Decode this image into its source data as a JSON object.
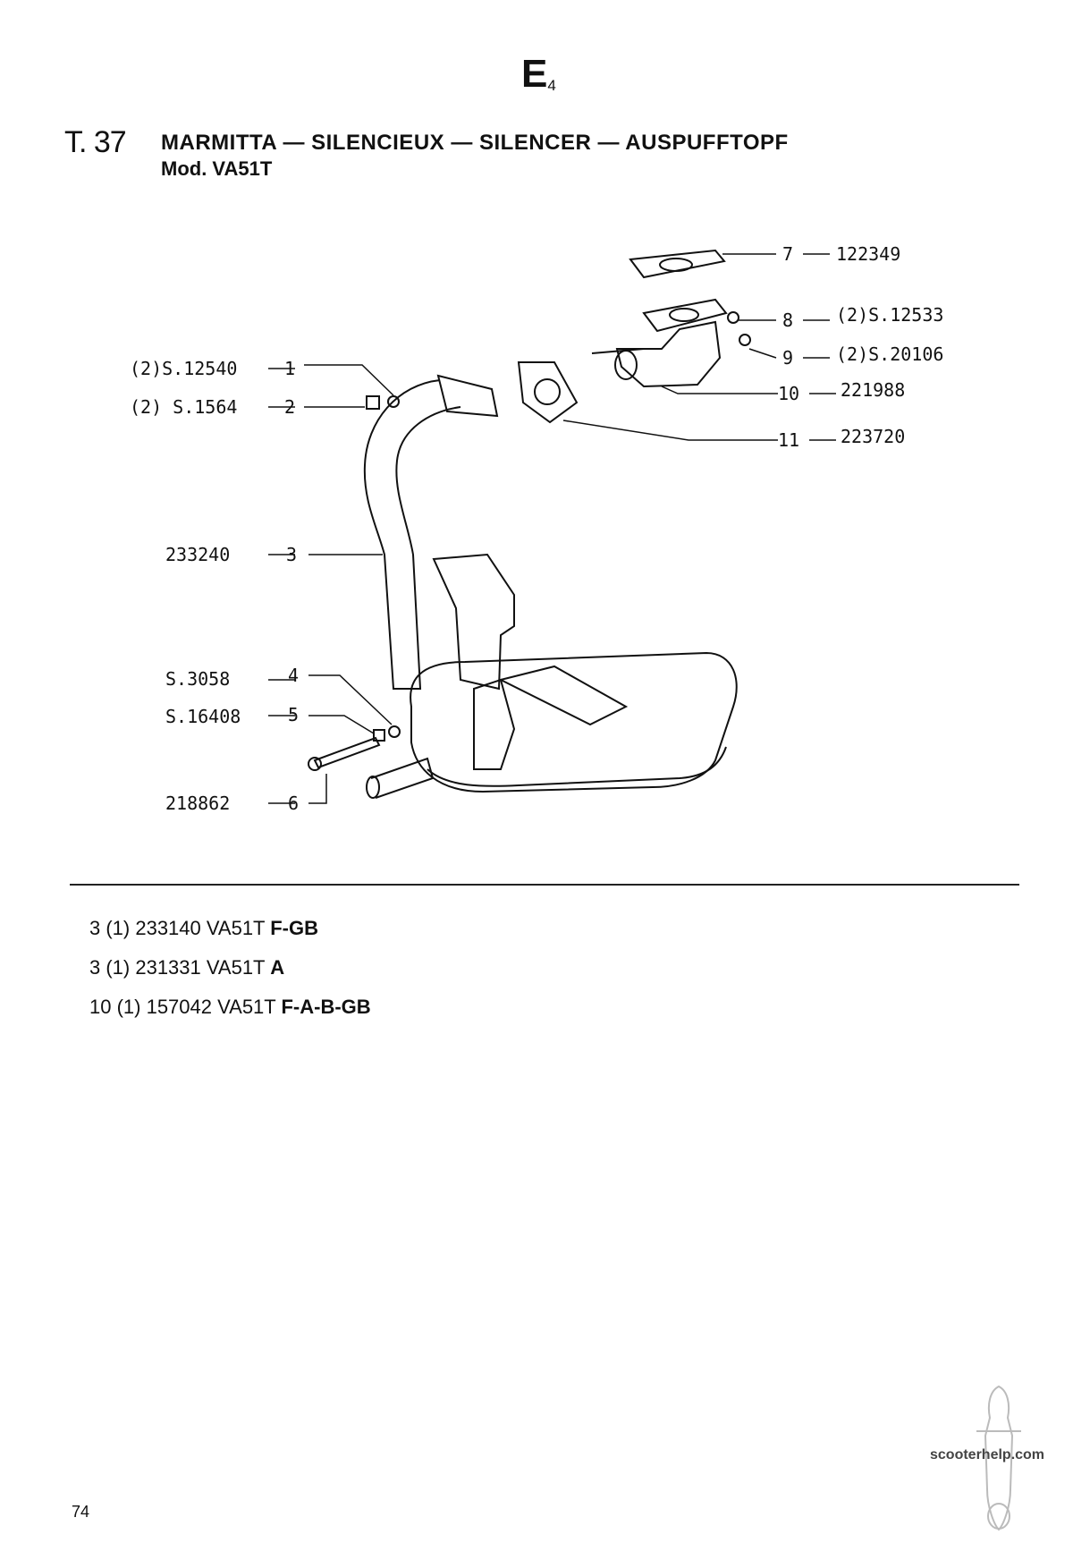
{
  "header": {
    "section_code": "E",
    "section_sub": "4",
    "table_number": "T. 37",
    "title": "MARMITTA — SILENCIEUX — SILENCER — AUSPUFFTOPF",
    "model": "Mod. VA51T"
  },
  "callouts": [
    {
      "ref": "1",
      "code": "(2)S.12540"
    },
    {
      "ref": "2",
      "code": "(2) S.1564"
    },
    {
      "ref": "3",
      "code": "233240"
    },
    {
      "ref": "4",
      "code": "S.3058"
    },
    {
      "ref": "5",
      "code": "S.16408"
    },
    {
      "ref": "6",
      "code": "218862"
    },
    {
      "ref": "7",
      "code": "122349"
    },
    {
      "ref": "8",
      "code": "(2)S.12533"
    },
    {
      "ref": "9",
      "code": "(2)S.20106"
    },
    {
      "ref": "10",
      "code": "221988"
    },
    {
      "ref": "11",
      "code": "223720"
    }
  ],
  "variants": [
    {
      "prefix": "3 (1) 233140 VA51T",
      "markets": "F-GB"
    },
    {
      "prefix": "3 (1) 231331 VA51T",
      "markets": "A"
    },
    {
      "prefix": "10 (1) 157042 VA51T",
      "markets": "F-A-B-GB"
    }
  ],
  "footer": {
    "page_number": "74",
    "watermark": "scooterhelp.com"
  }
}
